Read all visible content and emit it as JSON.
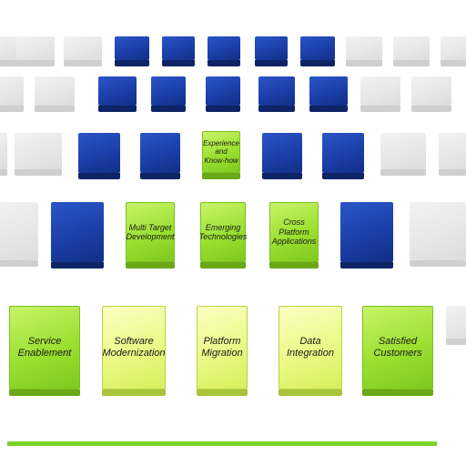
{
  "blocks": {
    "experience": "Experience\nand\nKnow-how",
    "multi_target": "Multi Target\nDevelopment",
    "emerging": "Emerging\nTechnologies",
    "cross_platform": "Cross Platform\nApplications",
    "service": "Service\nEnablement",
    "software": "Software\nModernization",
    "platform": "Platform\nMigration",
    "data_integration": "Data\nIntegration",
    "satisfied": "Satisfied\nCustomers"
  },
  "colors": {
    "blue_block": "#1b3fa8",
    "green_block": "#9be030",
    "pale_block": "#eaf985",
    "ghost_block": "#e6e6e6",
    "baseline": "#7ad42a"
  }
}
